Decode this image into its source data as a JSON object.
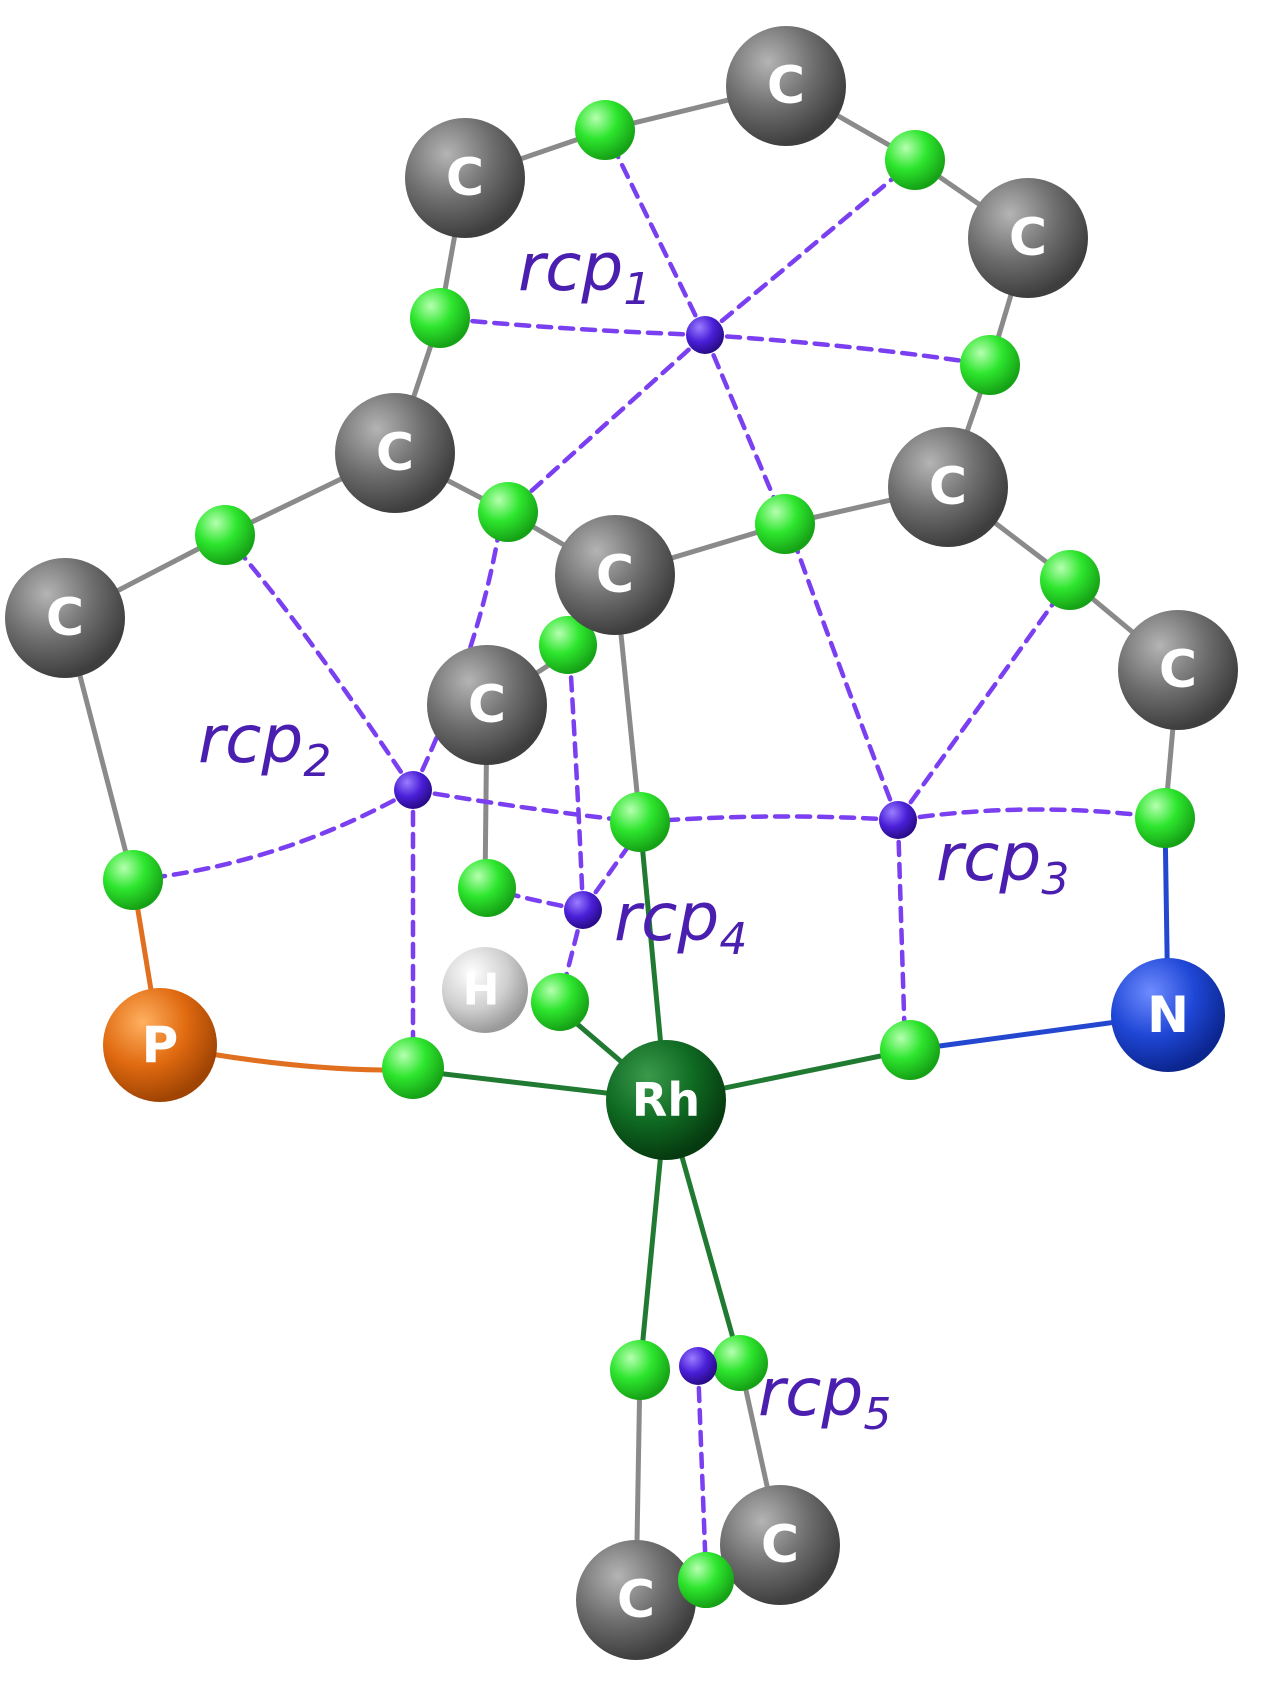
{
  "diagram": {
    "atoms": {
      "c_top": "C",
      "c_ul": "C",
      "c_ur": "C",
      "c_mid_l": "C",
      "c_mid_r": "C",
      "c_center": "C",
      "c_far_l": "C",
      "c_inner": "C",
      "c_right": "C",
      "h": "H",
      "p": "P",
      "n": "N",
      "rh": "Rh",
      "c_bot_l": "C",
      "c_bot_r": "C"
    },
    "rcp_labels": [
      {
        "base": "rcp",
        "sub": "1"
      },
      {
        "base": "rcp",
        "sub": "2"
      },
      {
        "base": "rcp",
        "sub": "3"
      },
      {
        "base": "rcp",
        "sub": "4"
      },
      {
        "base": "rcp",
        "sub": "5"
      }
    ],
    "colors": {
      "carbon": "#6e6e6e",
      "hydrogen": "#d4d4d4",
      "phosphorus": "#e06a10",
      "nitrogen": "#1f47d6",
      "rhodium": "#0f6a22",
      "bcp": "#2ee62e",
      "rcp": "#4a1fd8",
      "rcp_path": "#7a3ff0",
      "bond_gray": "#8a8a8a",
      "bond_orange": "#e07020",
      "bond_blue": "#2447d0",
      "bond_green": "#207a32"
    }
  }
}
